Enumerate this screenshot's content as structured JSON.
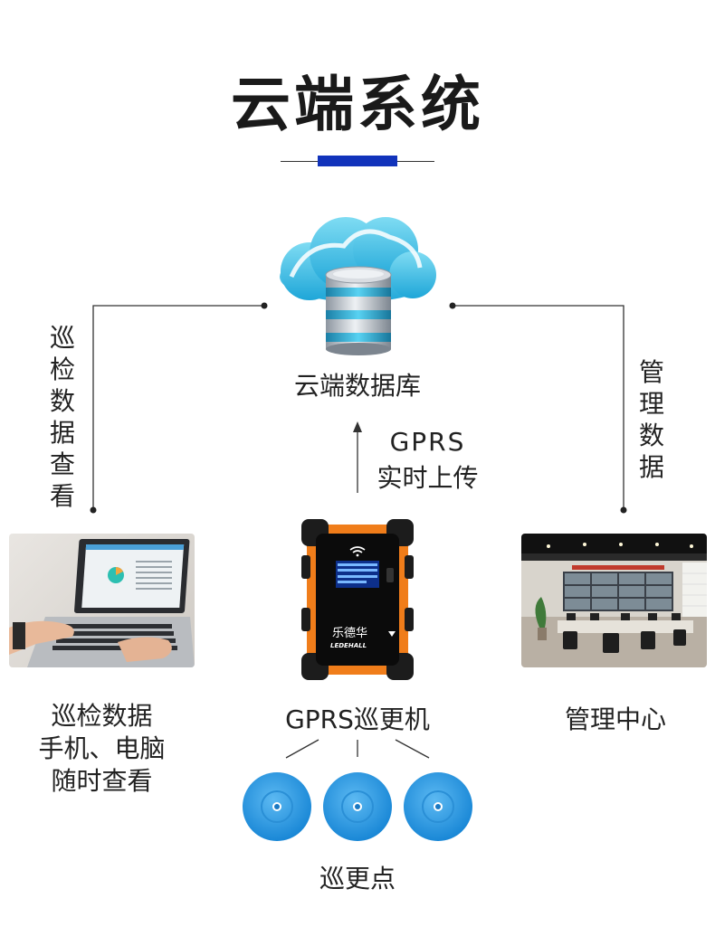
{
  "title": "云端系统",
  "accent_color": "#1133bb",
  "cloud": {
    "icon": "cloud-database-icon",
    "label": "云端数据库"
  },
  "upload": {
    "line1": "GPRS",
    "line2": "实时上传"
  },
  "left_branch": {
    "vertical_label": "巡检数据查看"
  },
  "right_branch": {
    "vertical_label": "管理数据"
  },
  "laptop": {
    "image": "laptop-photo",
    "caption_lines": [
      "巡检数据",
      "手机、电脑",
      "随时查看"
    ]
  },
  "device": {
    "image": "patrol-device",
    "brand": "乐德华",
    "brand_en": "LEDEHALL",
    "caption": "GPRS巡更机"
  },
  "control_room": {
    "image": "control-room-photo",
    "caption": "管理中心"
  },
  "checkpoints": {
    "count": 3,
    "icon": "checkpoint-tag-icon",
    "caption": "巡更点"
  }
}
